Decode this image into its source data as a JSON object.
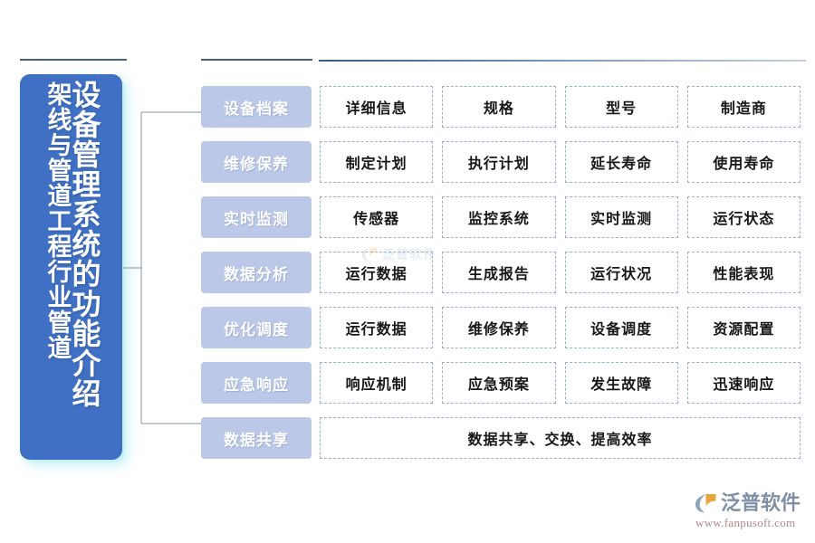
{
  "title": {
    "main": "设备管理系统的功能介绍",
    "sub": "架线与管道工程行业管道"
  },
  "colors": {
    "panel_blue": "#3f70c4",
    "category_lavender": "#bcc8e8",
    "rule_dark": "#4a6080",
    "item_border": "#9bb0d0",
    "logo_gray": "#7f8fa6",
    "logo_orange": "#e8a33d",
    "logo_url": "#b08a86"
  },
  "rows": [
    {
      "category": "设备档案",
      "items": [
        "详细信息",
        "规格",
        "型号",
        "制造商"
      ]
    },
    {
      "category": "维修保养",
      "items": [
        "制定计划",
        "执行计划",
        "延长寿命",
        "使用寿命"
      ]
    },
    {
      "category": "实时监测",
      "items": [
        "传感器",
        "监控系统",
        "实时监测",
        "运行状态"
      ]
    },
    {
      "category": "数据分析",
      "items": [
        "运行数据",
        "生成报告",
        "运行状况",
        "性能表现"
      ]
    },
    {
      "category": "优化调度",
      "items": [
        "运行数据",
        "维修保养",
        "设备调度",
        "资源配置"
      ]
    },
    {
      "category": "应急响应",
      "items": [
        "响应机制",
        "应急预案",
        "发生故障",
        "迅速响应"
      ]
    },
    {
      "category": "数据共享",
      "items": [
        "数据共享、交换、提高效率"
      ]
    }
  ],
  "watermark": {
    "text": "泛普软件"
  },
  "logo": {
    "name": "泛普软件",
    "url": "www.fanpusoft.com"
  }
}
